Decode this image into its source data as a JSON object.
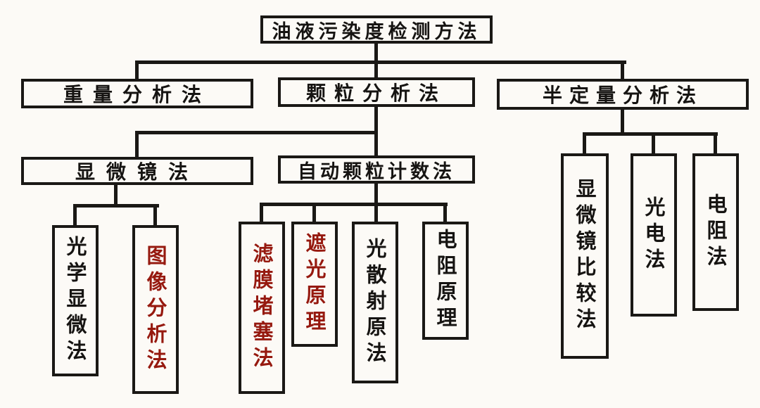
{
  "diagram_title": "油液污染度检测方法",
  "nodes": {
    "root": {
      "label": "油液污染度检测方法",
      "color": "black"
    },
    "gravimetric": {
      "label": "重量分析法",
      "color": "black"
    },
    "particle": {
      "label": "颗粒分析法",
      "color": "black"
    },
    "semi_quantitative": {
      "label": "半定量分析法",
      "color": "black"
    },
    "microscope": {
      "label": "显微镜法",
      "color": "black"
    },
    "auto_particle_count": {
      "label": "自动颗粒计数法",
      "color": "black"
    },
    "optical_microscope": {
      "label": "光学显微法",
      "color": "black"
    },
    "image_analysis": {
      "label": "图像分析法",
      "color": "red"
    },
    "filter_blockage": {
      "label": "滤膜堵塞法",
      "color": "red"
    },
    "light_blocking": {
      "label": "遮光原理",
      "color": "red"
    },
    "light_scattering": {
      "label": "光散射原法",
      "color": "black"
    },
    "resistance_principle": {
      "label": "电阻原理",
      "color": "black"
    },
    "microscope_comparison": {
      "label": "显微镜比较法",
      "color": "black"
    },
    "photoelectric": {
      "label": "光电法",
      "color": "black"
    },
    "resistance_method": {
      "label": "电阻法",
      "color": "black"
    }
  },
  "tree": {
    "root": "油液污染度检测方法",
    "children": [
      {
        "label": "重量分析法",
        "children": []
      },
      {
        "label": "颗粒分析法",
        "children": [
          {
            "label": "显微镜法",
            "children": [
              "光学显微法",
              "图像分析法"
            ]
          },
          {
            "label": "自动颗粒计数法",
            "children": [
              "滤膜堵塞法",
              "遮光原理",
              "光散射原法",
              "电阻原理"
            ]
          }
        ]
      },
      {
        "label": "半定量分析法",
        "children": [
          "显微镜比较法",
          "光电法",
          "电阻法"
        ]
      }
    ]
  },
  "highlighted_nodes": [
    "图像分析法",
    "滤膜堵塞法",
    "遮光原理"
  ],
  "colors": {
    "line": "#1a1815",
    "text": "#161412",
    "highlight": "#96190f",
    "background": "#fcfaf6"
  }
}
